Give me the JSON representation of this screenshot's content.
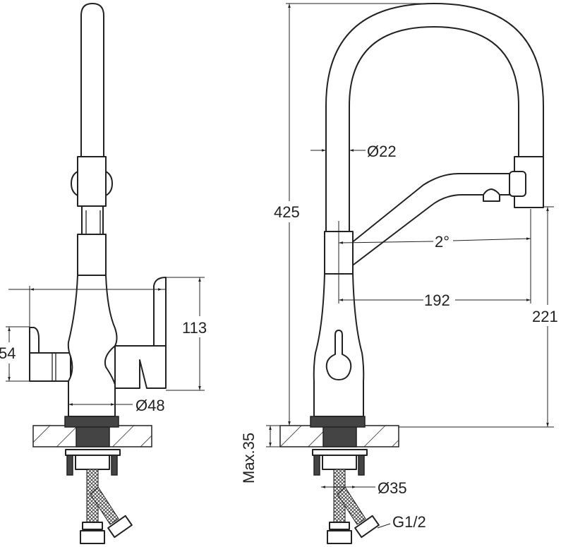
{
  "title": "Kitchen faucet technical drawing",
  "dimensions": {
    "height_total": "425",
    "tube_diameter": "Ø22",
    "spout_angle": "2°",
    "spout_reach": "192",
    "spout_height": "221",
    "handle_height": "113",
    "lever_height": "54",
    "body_diameter": "Ø48",
    "max_counter_thickness": "Max.35",
    "shank_diameter": "Ø35",
    "connection_thread": "G1/2"
  },
  "colors": {
    "line": "#222222",
    "fill": "#ffffff",
    "dark": "#444444"
  }
}
